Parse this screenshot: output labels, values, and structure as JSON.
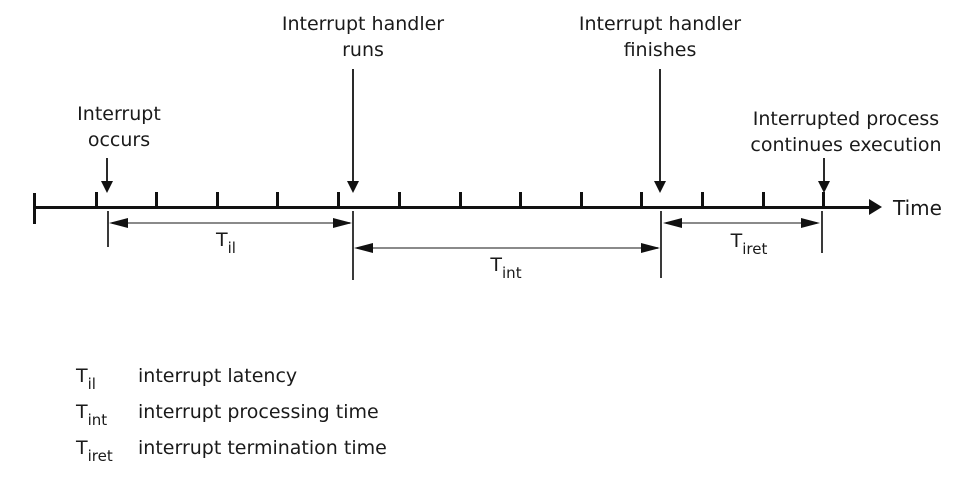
{
  "diagram": {
    "annotations": [
      {
        "label": "Interrupt\noccurs"
      },
      {
        "label": "Interrupt handler\nruns"
      },
      {
        "label": "Interrupt handler\nfinishes"
      },
      {
        "label": "Interrupted process\ncontinues execution"
      }
    ],
    "axis": {
      "label": "Time"
    },
    "spans": [
      {
        "symbol": "T",
        "subscript": "il"
      },
      {
        "symbol": "T",
        "subscript": "int"
      },
      {
        "symbol": "T",
        "subscript": "iret"
      }
    ]
  },
  "legend": {
    "items": [
      {
        "symbol": "T",
        "subscript": "il",
        "description": "interrupt latency"
      },
      {
        "symbol": "T",
        "subscript": "int",
        "description": "interrupt processing time"
      },
      {
        "symbol": "T",
        "subscript": "iret",
        "description": "interrupt termination time"
      }
    ]
  },
  "colors": {
    "ink": "#1a1a1a",
    "dimension_line": "#8a8a8a"
  }
}
